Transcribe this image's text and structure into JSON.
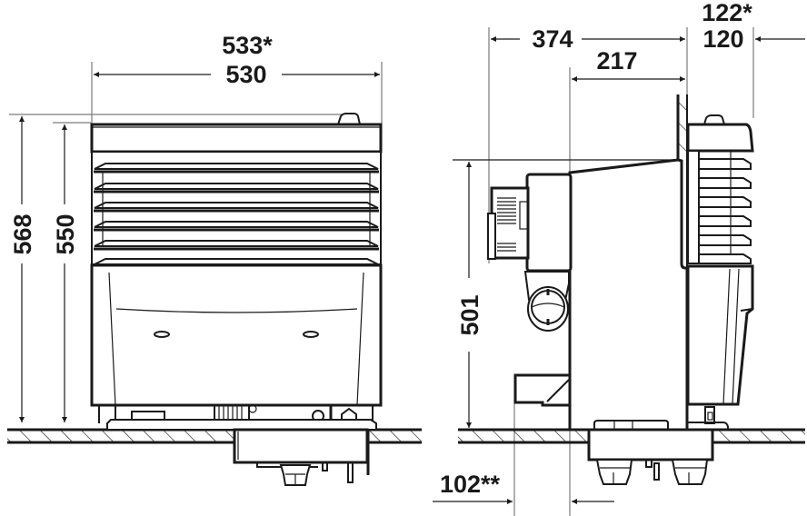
{
  "drawing": {
    "type": "technical dimension drawing",
    "views": [
      "front-view",
      "side-view"
    ],
    "units": "mm",
    "colors": {
      "line": "#1a1a1a",
      "extension_line": "#7a7a7a",
      "background": "#ffffff"
    }
  },
  "front_view": {
    "width_outer_label": "533*",
    "width_label": "530",
    "height_outer_label": "568",
    "height_label": "550"
  },
  "side_view": {
    "depth_label": "374",
    "depth_inner_label": "217",
    "wall_offset_outer_label": "122*",
    "wall_offset_label": "120",
    "flue_height_label": "501",
    "floor_offset_label": "102**"
  }
}
